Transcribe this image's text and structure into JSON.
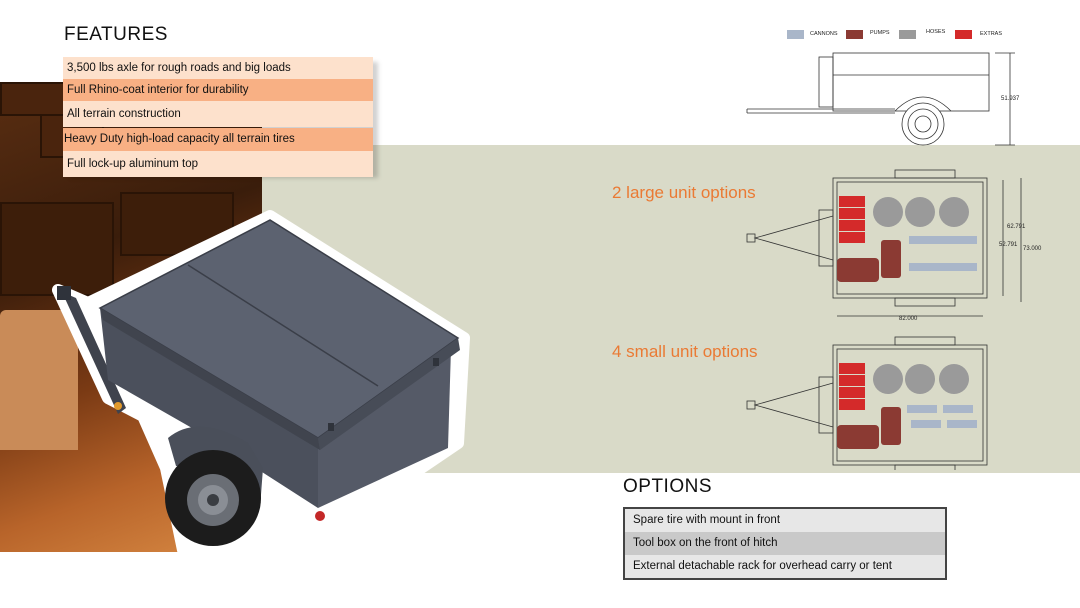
{
  "features": {
    "title": "FEATURES",
    "items": [
      "3,500 lbs axle for rough roads and big loads",
      "Full Rhino-coat interior for durability",
      "All terrain construction",
      "Heavy Duty high-load capacity all terrain tires",
      "Full lock-up aluminum top"
    ]
  },
  "legend": [
    {
      "label": "CANNONS",
      "color": "#a9b6c9"
    },
    {
      "label": "PUMPS",
      "color": "#8b3a33"
    },
    {
      "label": "HOSES",
      "color": "#9a9a9a"
    },
    {
      "label": "EXTRAS",
      "color": "#d42a2a"
    }
  ],
  "unit_options": {
    "large": "2 large unit options",
    "small": "4 small unit options"
  },
  "dimensions": {
    "side_height": "51.937",
    "inner_width": "62.791",
    "inner_width_2": "52.791",
    "outer_width": "73.000",
    "length": "82.000"
  },
  "options": {
    "title": "OPTIONS",
    "items": [
      "Spare tire with mount in front",
      "Tool box on the front of hitch",
      "External detachable rack for overhead carry or tent"
    ]
  },
  "colors": {
    "accent_orange": "#ea7a34",
    "feature_light": "#fde1cc",
    "feature_dark": "#f8b084",
    "green_band": "#d9dac8",
    "trailer_body": "#525866"
  }
}
